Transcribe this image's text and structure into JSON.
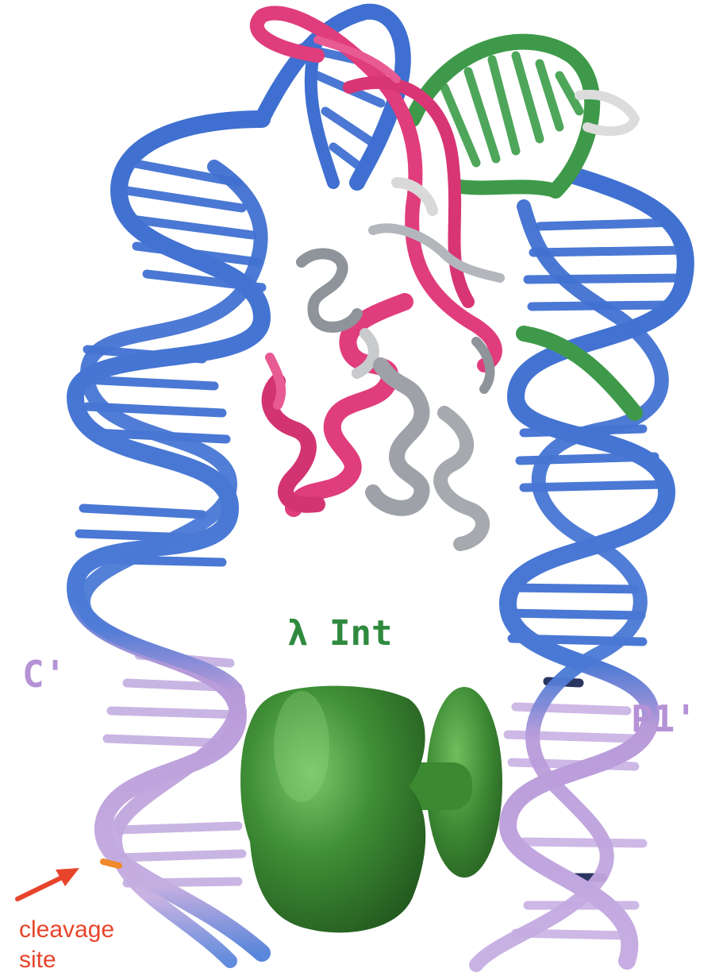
{
  "labels": {
    "lambda_int": "λ Int",
    "c_prime": "C'",
    "p1_prime": "P1'",
    "cleavage_line1": "cleavage",
    "cleavage_line2": "site"
  },
  "colors": {
    "dna_blue": "#3f6fd0",
    "dna_lilac": "#b89ad9",
    "dna_green": "#3e9a4a",
    "protein_pink": "#e03d7c",
    "protein_gray": "#9fa3a8",
    "int_domain_green": "#3f8f36",
    "label_green": "#2f8a3e",
    "label_lilac": "#b592d6",
    "cleavage_red": "#e8442b"
  },
  "structures": [
    {
      "name": "left-dna-helix",
      "color": "dna_blue"
    },
    {
      "name": "right-dna-helix",
      "color": "dna_blue"
    },
    {
      "name": "top-dna-helix",
      "color": "dna_green"
    },
    {
      "name": "pink-protein-ribbon",
      "color": "protein_pink"
    },
    {
      "name": "gray-protein-ribbon",
      "color": "protein_gray"
    },
    {
      "name": "int-catalytic-domain",
      "color": "int_domain_green"
    }
  ]
}
